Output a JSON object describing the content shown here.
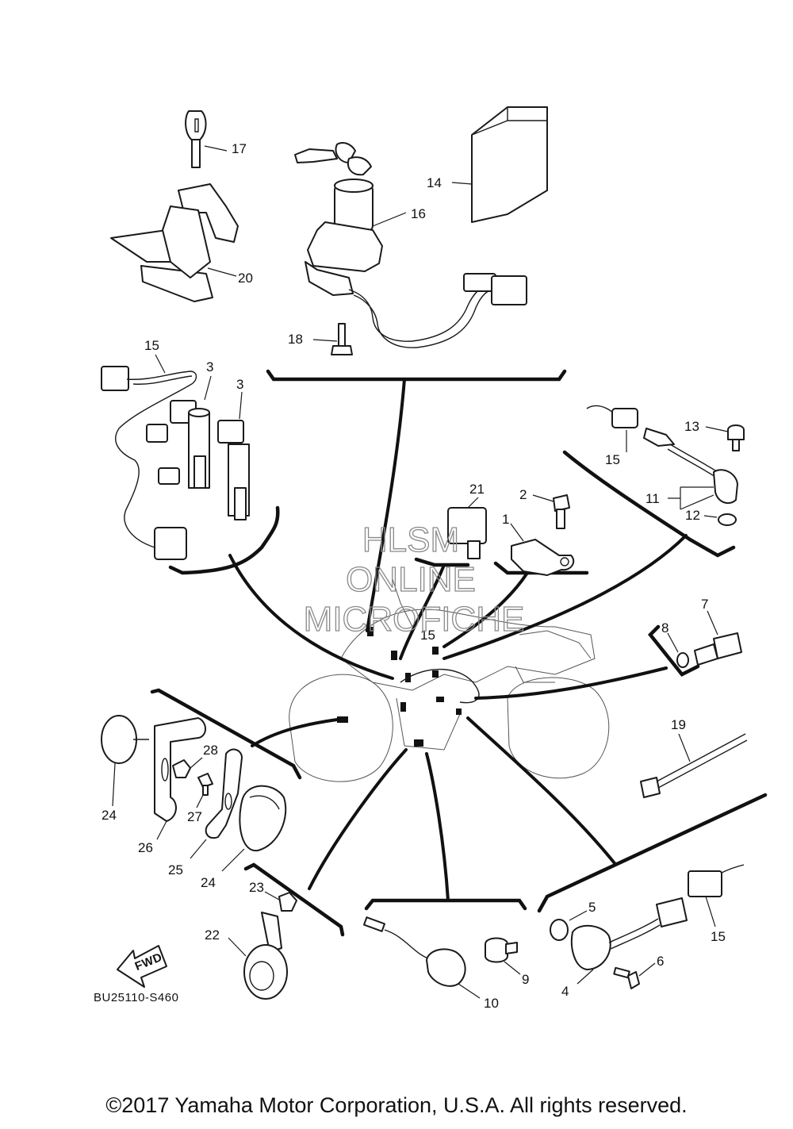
{
  "diagram": {
    "reference_code": "BU25110-S460",
    "fwd_label": "FWD",
    "copyright": "©2017 Yamaha Motor Corporation, U.S.A. All rights reserved.",
    "watermark": [
      "HLSM",
      "ONLINE",
      "MICROFICHE"
    ],
    "watermark_color": "#8a8a8a",
    "callouts": {
      "p1": "1",
      "p2": "2",
      "p3a": "3",
      "p3b": "3",
      "p4": "4",
      "p5a": "5",
      "p6": "6",
      "p7": "7",
      "p8": "8",
      "p9": "9",
      "p10": "10",
      "p11": "11",
      "p12": "12",
      "p13": "13",
      "p14": "14",
      "p15a": "15",
      "p15b": "15",
      "p15c": "15",
      "p15d": "15",
      "p16": "16",
      "p17": "17",
      "p18": "18",
      "p19": "19",
      "p20": "20",
      "p21": "21",
      "p22": "22",
      "p23": "23",
      "p24a": "24",
      "p24b": "24",
      "p25": "25",
      "p26": "26",
      "p27": "27",
      "p28": "28"
    }
  }
}
